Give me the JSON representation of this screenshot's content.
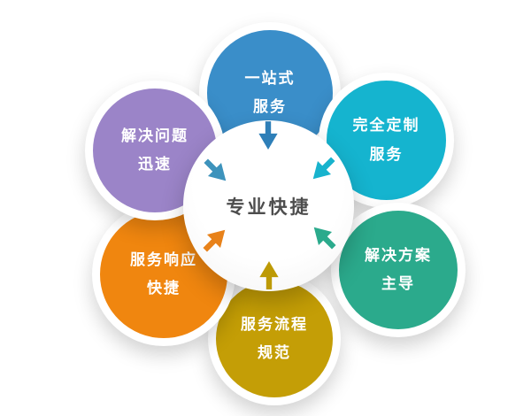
{
  "center": {
    "label": "专业快捷",
    "text_color": "#4d4d4d",
    "bg_color": "#ffffff"
  },
  "petals": [
    {
      "position": "top",
      "line1": "一站式",
      "line2": "服务",
      "color": "#3a8ec9",
      "arrow_color": "#2e7fb8"
    },
    {
      "position": "top-right",
      "line1": "完全定制",
      "line2": "服务",
      "color": "#15b4cf",
      "arrow_color": "#18b3cd"
    },
    {
      "position": "bottom-right",
      "line1": "解决方案",
      "line2": "主导",
      "color": "#2baa8c",
      "arrow_color": "#2baa8c"
    },
    {
      "position": "bottom",
      "line1": "服务流程",
      "line2": "规范",
      "color": "#c49e06",
      "arrow_color": "#bd9a05"
    },
    {
      "position": "bottom-left",
      "line1": "服务响应",
      "line2": "快捷",
      "color": "#f0860f",
      "arrow_color": "#e8821a"
    },
    {
      "position": "top-left",
      "line1": "解决问题",
      "line2": "迅速",
      "color": "#9b84c8",
      "arrow_color": "#3d93bc"
    }
  ]
}
